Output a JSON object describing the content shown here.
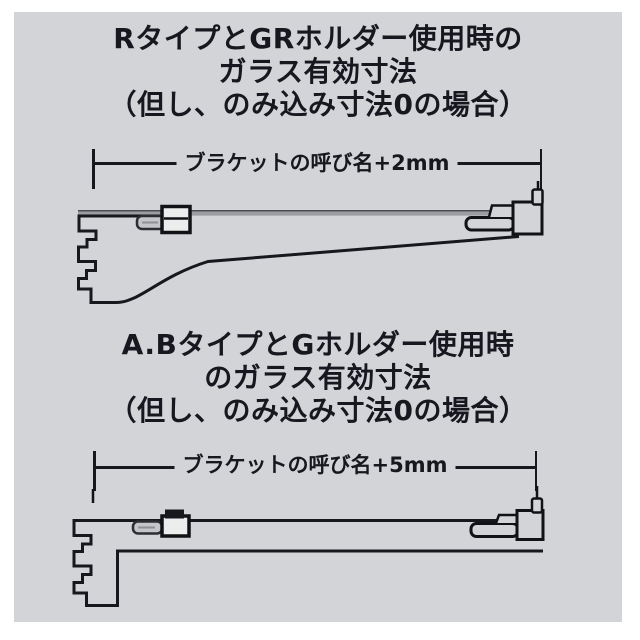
{
  "panel": {
    "background": "#d2d4d7",
    "page_background": "#ffffff"
  },
  "colors": {
    "outline": "#16181d",
    "text": "#17171f",
    "shelf_gray": "#9b9da2",
    "shelf_edge": "#4a4c52",
    "holder_fill": "#eceded",
    "pin_fill": "#c3c5c8"
  },
  "sections": [
    {
      "title_lines": [
        "RタイプとGRホルダー使用時の",
        "ガラス有効寸法",
        "（但し、のみ込み寸法0の場合）"
      ],
      "dimension_label": "ブラケットの呼び名+2mm",
      "bracket_type": "R-type bracket with GR holder, tapered arm"
    },
    {
      "title_lines": [
        "A.BタイプとGホルダー使用時",
        "のガラス有効寸法",
        "（但し、のみ込み寸法0の場合）"
      ],
      "dimension_label": "ブラケットの呼び名+5mm",
      "bracket_type": "A/B-type bracket with G holder, straight arm"
    }
  ]
}
